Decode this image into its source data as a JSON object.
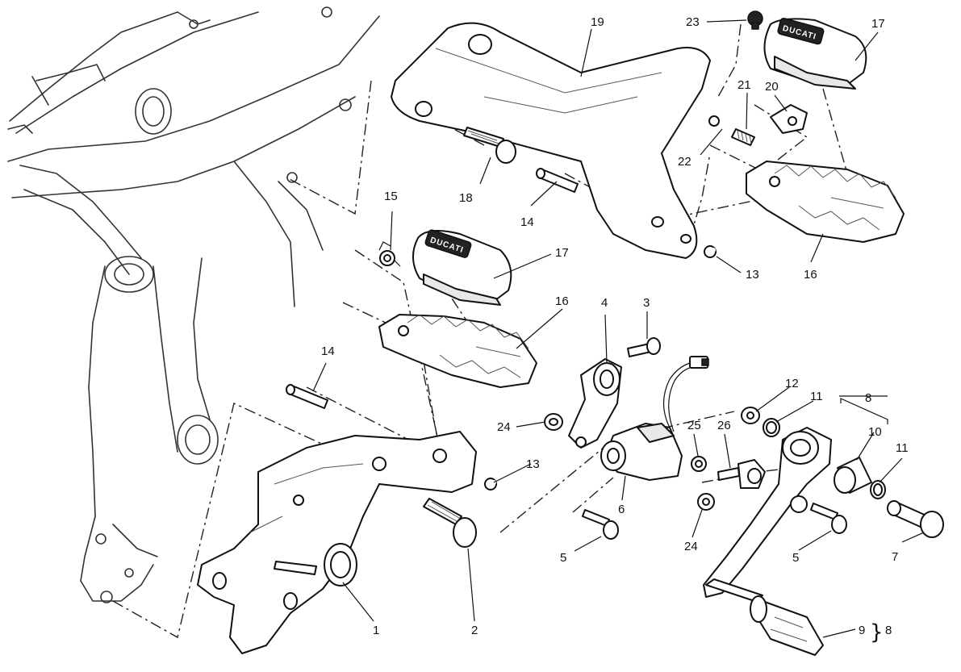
{
  "diagram": {
    "callouts": {
      "c1": "1",
      "c2": "2",
      "c3": "3",
      "c4": "4",
      "c5a": "5",
      "c5b": "5",
      "c6": "6",
      "c7": "7",
      "c8a": "8",
      "c8b": "8",
      "c9": "9",
      "c10": "10",
      "c11a": "11",
      "c11b": "11",
      "c12": "12",
      "c13a": "13",
      "c13b": "13",
      "c14a": "14",
      "c14b": "14",
      "c15": "15",
      "c16a": "16",
      "c16b": "16",
      "c17a": "17",
      "c17b": "17",
      "c18": "18",
      "c19": "19",
      "c20": "20",
      "c21": "21",
      "c22": "22",
      "c23": "23",
      "c24a": "24",
      "c24b": "24",
      "c25": "25",
      "c26": "26"
    },
    "brand_logo": "DUCATI"
  }
}
